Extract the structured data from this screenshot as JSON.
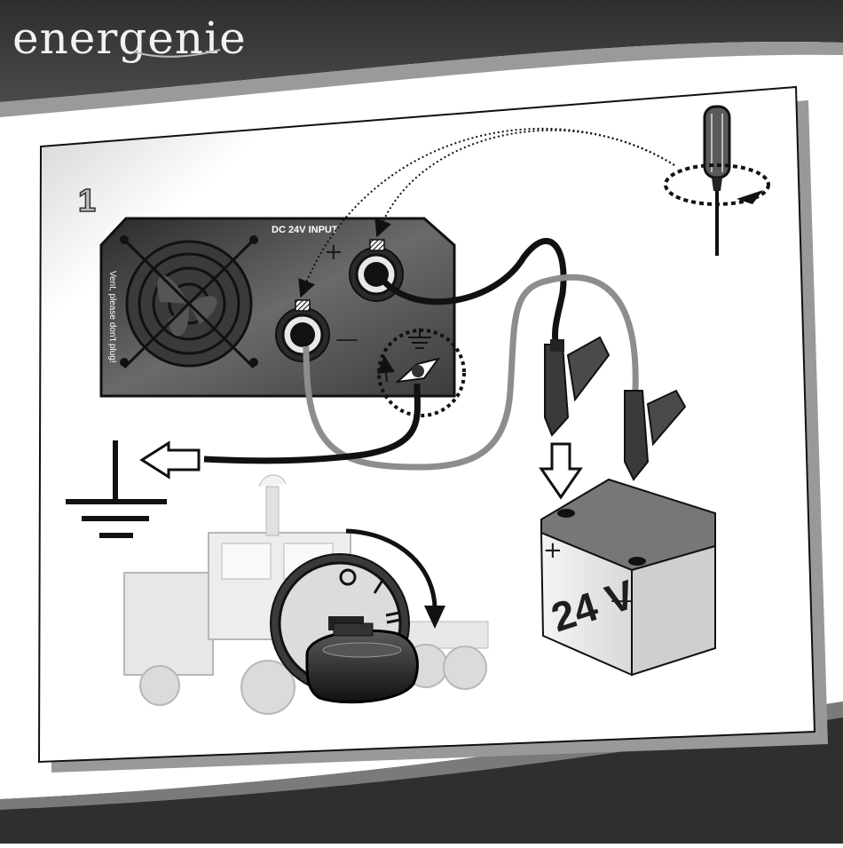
{
  "brand": {
    "logo_text": "energenie"
  },
  "step": {
    "number": "1"
  },
  "inverter": {
    "panel_label": "DC 24V INPUT",
    "side_label": "Vent, please don't plug!",
    "plus_symbol": "+",
    "minus_symbol": "—"
  },
  "battery": {
    "voltage_label": "24 V",
    "plus_symbol": "+",
    "minus_symbol": "—"
  },
  "colors": {
    "frame": "#3a3a3a",
    "cable_black": "#111111",
    "cable_gray": "#8d8d8d",
    "panel": "#5a5a5a"
  },
  "icons": [
    "screwdriver-icon",
    "ground-symbol-icon",
    "ignition-switch-icon",
    "car-key-icon",
    "battery-icon",
    "truck-icon",
    "fan-grille-icon",
    "alligator-clip-icon"
  ]
}
